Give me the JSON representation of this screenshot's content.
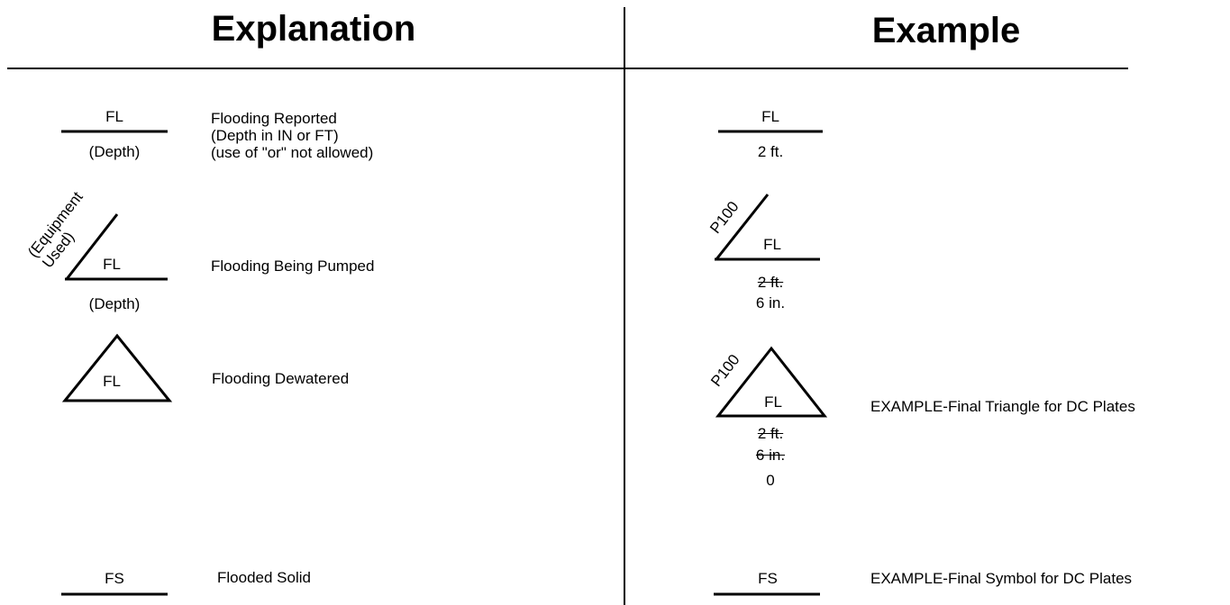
{
  "headers": {
    "explanation": "Explanation",
    "example": "Example"
  },
  "explanation": {
    "reported": {
      "symbol_code": "FL",
      "depth_label": "(Depth)",
      "desc_line1": "Flooding Reported",
      "desc_line2": "(Depth in IN or FT)",
      "desc_line3": "(use of  \"or\" not allowed)"
    },
    "pumped": {
      "equipment_line1": "(Equipment",
      "equipment_line2": "Used)",
      "symbol_code": "FL",
      "depth_label": "(Depth)",
      "desc": "Flooding Being Pumped"
    },
    "dewatered": {
      "symbol_code": "FL",
      "desc": "Flooding Dewatered"
    },
    "solid": {
      "symbol_code": "FS",
      "desc": "Flooded Solid"
    }
  },
  "example": {
    "reported": {
      "symbol_code": "FL",
      "depth": "2 ft."
    },
    "pumped": {
      "equipment": "P100",
      "symbol_code": "FL",
      "depth_struck": "2 ft.",
      "depth": "6 in."
    },
    "final_triangle": {
      "equipment": "P100",
      "symbol_code": "FL",
      "depth_struck_1": "2 ft.",
      "depth_struck_2": "6 in.",
      "depth": "0",
      "desc": "EXAMPLE-Final Triangle for DC Plates"
    },
    "final_symbol": {
      "symbol_code": "FS",
      "desc": "EXAMPLE-Final Symbol for DC Plates"
    }
  }
}
